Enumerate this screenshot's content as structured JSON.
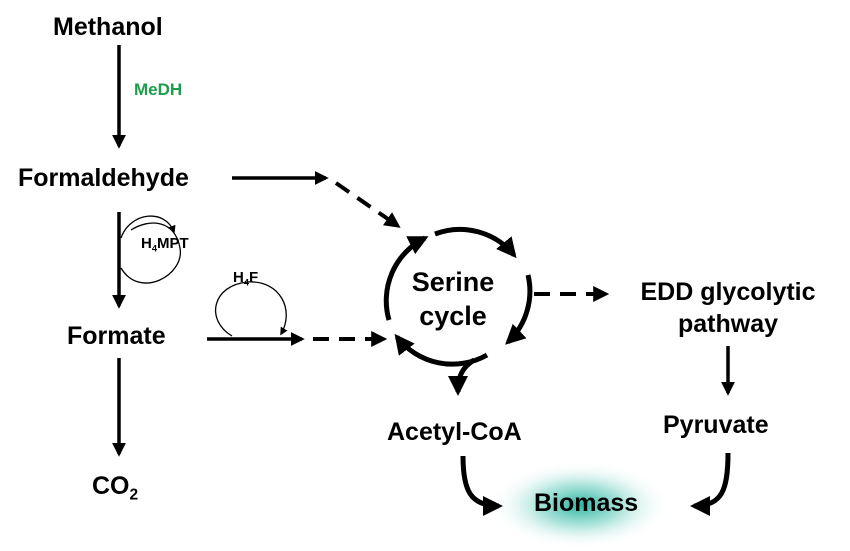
{
  "nodes": {
    "methanol": "Methanol",
    "formaldehyde": "Formaldehyde",
    "formate": "Formate",
    "co2": {
      "base": "CO",
      "sub": "2"
    },
    "serine_line1": "Serine",
    "serine_line2": "cycle",
    "edd_line1": "EDD glycolytic",
    "edd_line2": "pathway",
    "acetyl_coa": "Acetyl-CoA",
    "pyruvate": "Pyruvate",
    "biomass": "Biomass"
  },
  "enzymes": {
    "medh": "MeDH"
  },
  "cofactors": {
    "h4mpt": {
      "pre": "H",
      "sub": "4",
      "post": "MPT"
    },
    "h4f": {
      "pre": "H",
      "sub": "4",
      "post": "F"
    }
  },
  "colors": {
    "enzyme": "#1a9e4a",
    "biomass_glow": "#2bb6a0",
    "arrow": "#000000"
  }
}
